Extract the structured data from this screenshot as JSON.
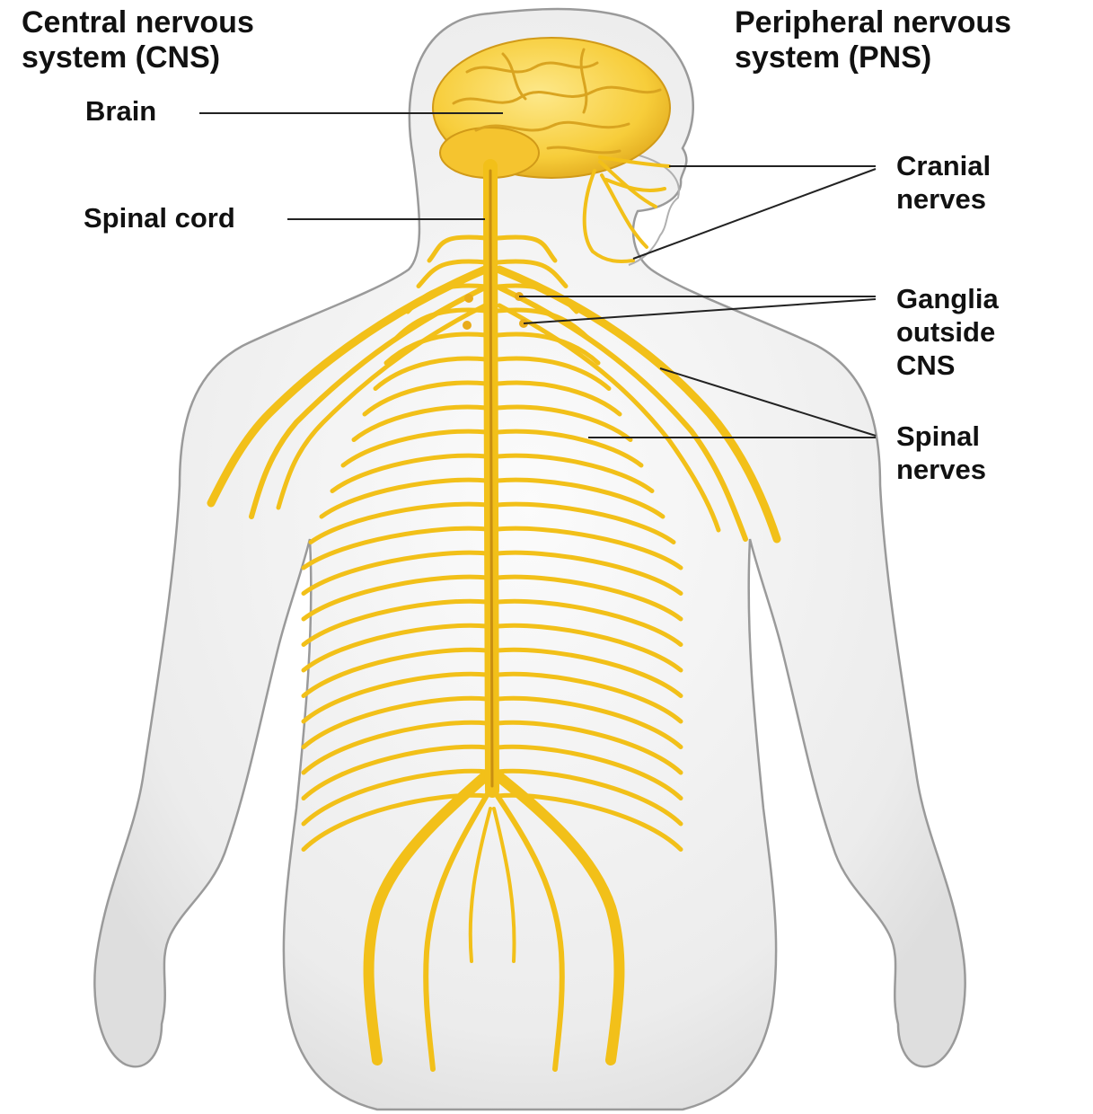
{
  "headings": {
    "cns": [
      "Central nervous",
      "system (CNS)"
    ],
    "pns": [
      "Peripheral nervous",
      "system (PNS)"
    ]
  },
  "labels": {
    "brain": "Brain",
    "spinal_cord": "Spinal cord",
    "cranial_nerves": [
      "Cranial",
      "nerves"
    ],
    "ganglia": [
      "Ganglia",
      "outside",
      "CNS"
    ],
    "spinal_nerves": [
      "Spinal",
      "nerves"
    ]
  },
  "colors": {
    "nerve": "#f2c019",
    "nerve_dark": "#c88f12",
    "brain": "#fad24a",
    "body_fill": "#efefef",
    "body_outline": "#9a9a9a",
    "leader_line": "#222222"
  }
}
